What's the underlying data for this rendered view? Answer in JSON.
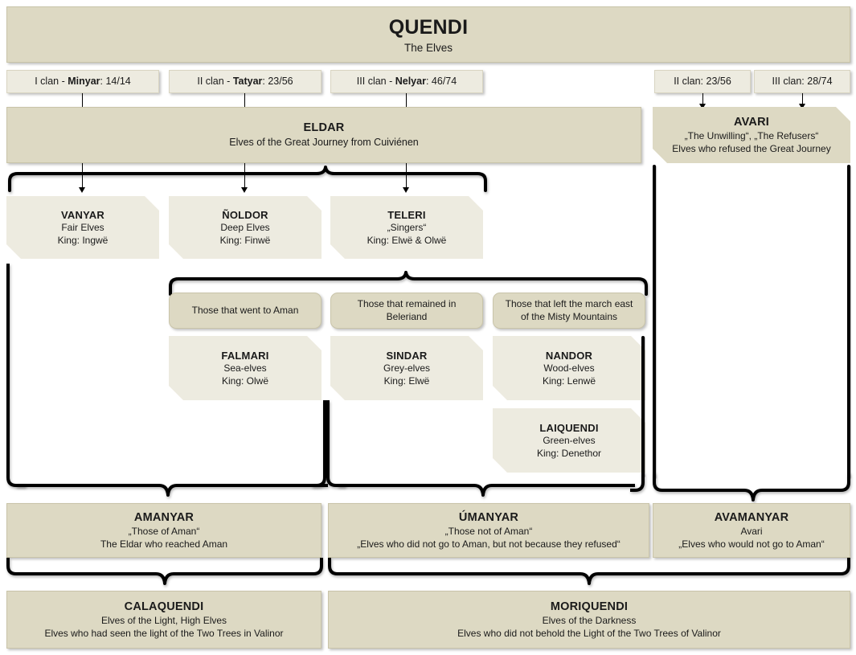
{
  "title": "QUENDI",
  "colors": {
    "tan": "#ddd9c3",
    "cream": "#edebe0",
    "line": "#000000",
    "text": "#1a1a1a"
  },
  "root": {
    "name": "QUENDI",
    "subtitle": "The Elves"
  },
  "eldar_clans": [
    {
      "label_plain": "I clan - ",
      "label_bold": "Minyar",
      "label_count": ": 14/14",
      "full": "I clan - Minyar: 14/14"
    },
    {
      "label_plain": "II clan - ",
      "label_bold": "Tatyar",
      "label_count": ": 23/56",
      "full": "II clan - Tatyar: 23/56"
    },
    {
      "label_plain": "III clan - ",
      "label_bold": "Nelyar",
      "label_count": ": 46/74",
      "full": "III clan - Nelyar: 46/74"
    }
  ],
  "avari_clans": [
    {
      "full": "II clan: 23/56"
    },
    {
      "full": "III clan: 28/74"
    }
  ],
  "eldar": {
    "name": "ELDAR",
    "subtitle": "Elves  of the Great Journey from Cuiviénen"
  },
  "avari": {
    "name": "AVARI",
    "line1": "„The Unwilling“, „The Refusers“",
    "line2": "Elves who refused the Great Journey"
  },
  "tribes": [
    {
      "name": "VANYAR",
      "line1": "Fair Elves",
      "line2": "King: Ingwë"
    },
    {
      "name": "ÑOLDOR",
      "line1": "Deep Elves",
      "line2": "King: Finwë"
    },
    {
      "name": "TELERI",
      "line1": "„Singers“",
      "line2": "King: Elwë & Olwë"
    }
  ],
  "teleri_captions": [
    "Those that went to Aman",
    "Those that remained in Beleriand",
    "Those that left the march east of the Misty Mountains"
  ],
  "teleri_groups": [
    {
      "name": "FALMARI",
      "line1": "Sea-elves",
      "line2": "King: Olwë"
    },
    {
      "name": "SINDAR",
      "line1": "Grey-elves",
      "line2": "King: Elwë"
    },
    {
      "name": "NANDOR",
      "line1": "Wood-elves",
      "line2": "King: Lenwë"
    }
  ],
  "laiquendi": {
    "name": "LAIQUENDI",
    "line1": "Green-elves",
    "line2": "King: Denethor"
  },
  "aman_groups": [
    {
      "name": "AMANYAR",
      "line1": "„Those of Aman“",
      "line2": "The Eldar who reached Aman"
    },
    {
      "name": "ÚMANYAR",
      "line1": "„Those not of Aman“",
      "line2": "„Elves who did not go to Aman, but not because they refused“"
    },
    {
      "name": "AVAMANYAR",
      "line1": "Avari",
      "line2": "„Elves who would not go to Aman“"
    }
  ],
  "light_groups": [
    {
      "name": "CALAQUENDI",
      "line1": "Elves of the Light, High Elves",
      "line2": "Elves who had seen the light of the Two Trees in Valinor"
    },
    {
      "name": "MORIQUENDI",
      "line1": "Elves of the Darkness",
      "line2": "Elves who did not behold the Light of the Two Trees of Valinor"
    }
  ]
}
